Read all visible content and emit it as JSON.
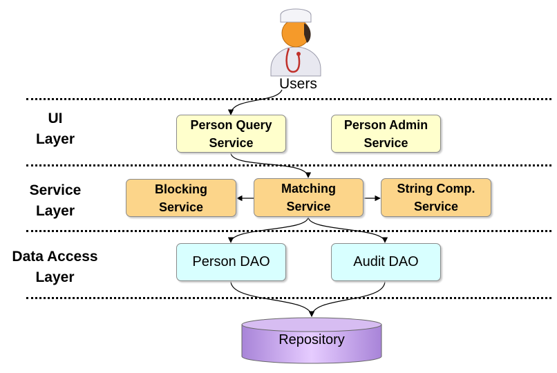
{
  "users": {
    "label": "Users",
    "icon": "doctor-icon"
  },
  "layers": {
    "ui": "UI\nLayer",
    "service": "Service\nLayer",
    "data_access": "Data Access\nLayer"
  },
  "ui_layer": {
    "person_query": "Person Query\nService",
    "person_admin": "Person Admin\nService"
  },
  "service_layer": {
    "blocking": "Blocking\nService",
    "matching": "Matching\nService",
    "string_comp": "String Comp.\nService"
  },
  "data_layer": {
    "person_dao": "Person DAO",
    "audit_dao": "Audit DAO"
  },
  "repository": {
    "label": "Repository"
  },
  "colors": {
    "ui_box": "#ffffcc",
    "service_box": "#fcd58a",
    "dao_box": "#d8ffff",
    "repository": "#c9a0ee"
  }
}
